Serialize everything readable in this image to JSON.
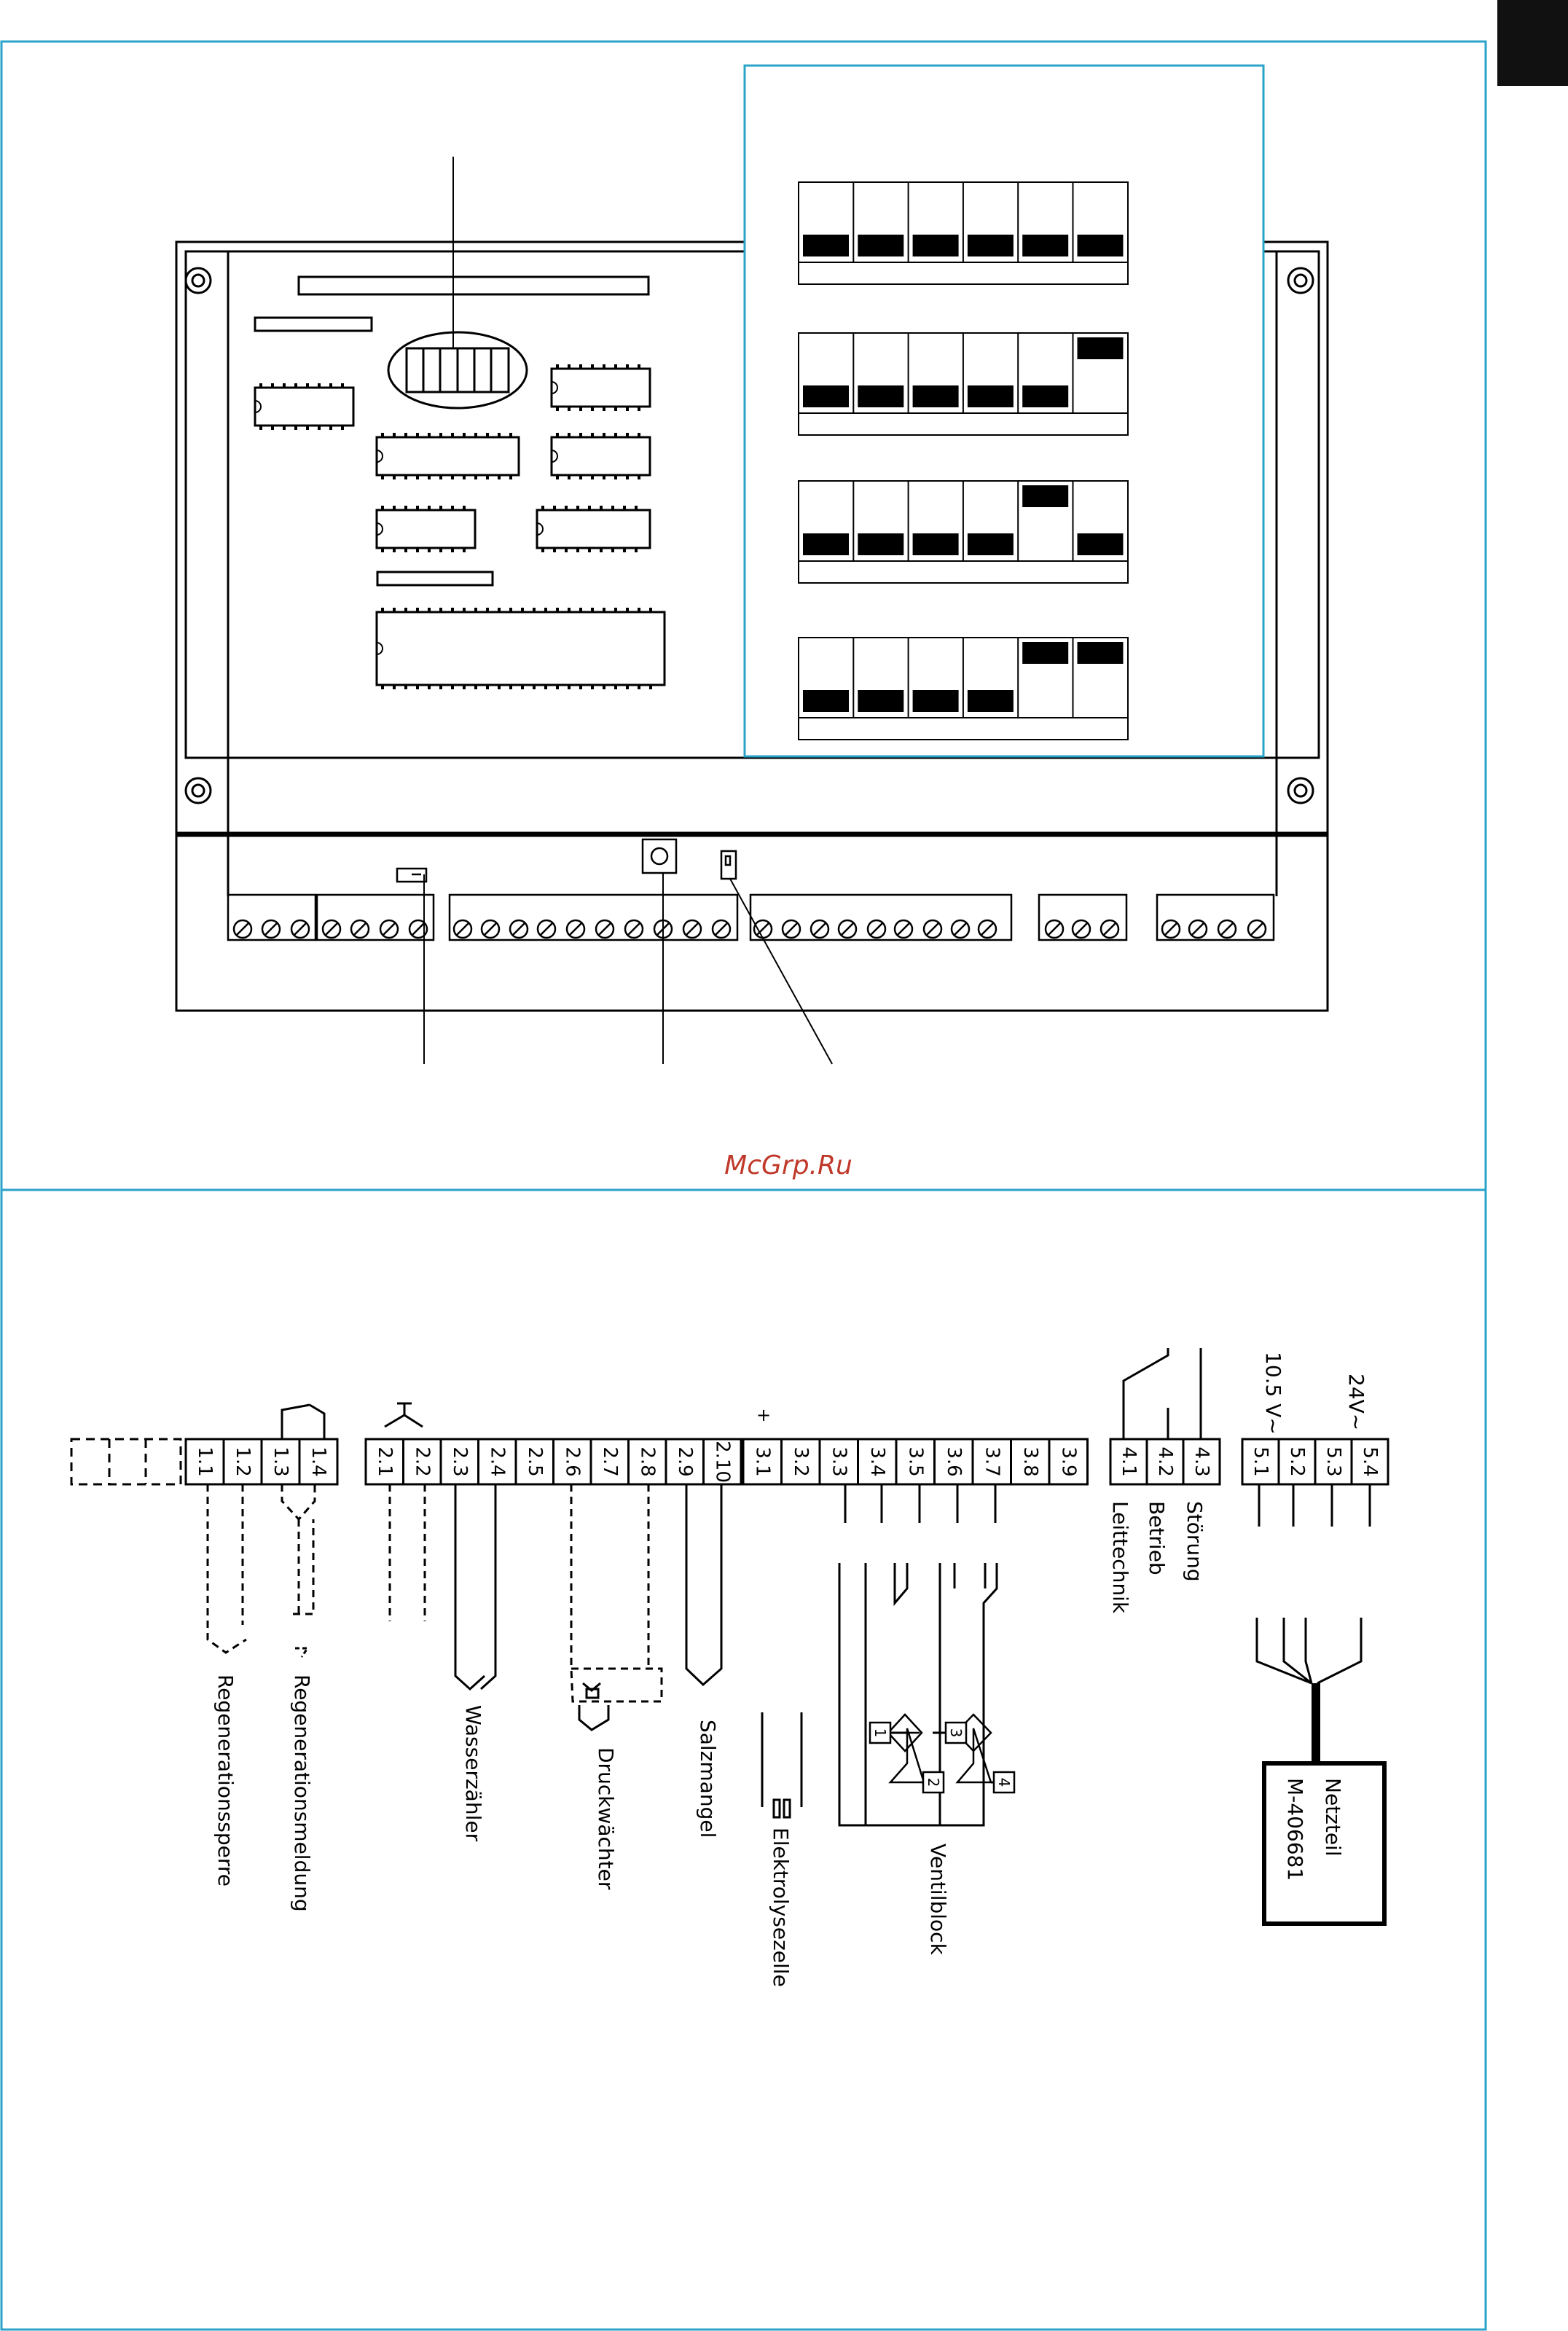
{
  "watermark": "McGrp.Ru",
  "terminals": {
    "block1": [
      "1.1",
      "1.2",
      "1.3",
      "1.4"
    ],
    "block2": [
      "2.1",
      "2.2",
      "2.3",
      "2.4",
      "2.5",
      "2.6",
      "2.7",
      "2.8",
      "2.9",
      "2.10"
    ],
    "block3": [
      "3.1",
      "3.2",
      "3.3",
      "3.4",
      "3.5",
      "3.6",
      "3.7",
      "3.8",
      "3.9"
    ],
    "block4": [
      "4.1",
      "4.2",
      "4.3"
    ],
    "block5": [
      "5.1",
      "5.2",
      "5.3",
      "5.4"
    ]
  },
  "polarity_plus": "+",
  "labels": {
    "regenerationssperre": "Regenerationssperre",
    "regenerationsmeldung": "Regenerationsmeldung",
    "wasserzaehler": "Wasserzähler",
    "druckwaechter": "Druckwächter",
    "salzmangel": "Salzmangel",
    "elektrolysezelle": "Elektrolysezelle",
    "ventilblock": "Ventilblock",
    "leittechnik": "Leittechnik",
    "betrieb": "Betrieb",
    "stoerung": "Störung",
    "netzteil": "Netzteil",
    "netzteil_model": "M-406681",
    "voltage_low": "10.5 V~",
    "voltage_high": "24V~"
  },
  "valve_numbers": [
    "1",
    "2",
    "3",
    "4"
  ],
  "dip_switch_states": [
    [
      0,
      0,
      0,
      0,
      0,
      0
    ],
    [
      0,
      0,
      0,
      0,
      0,
      1
    ],
    [
      0,
      0,
      0,
      0,
      1,
      0
    ],
    [
      0,
      0,
      0,
      0,
      1,
      1
    ]
  ]
}
